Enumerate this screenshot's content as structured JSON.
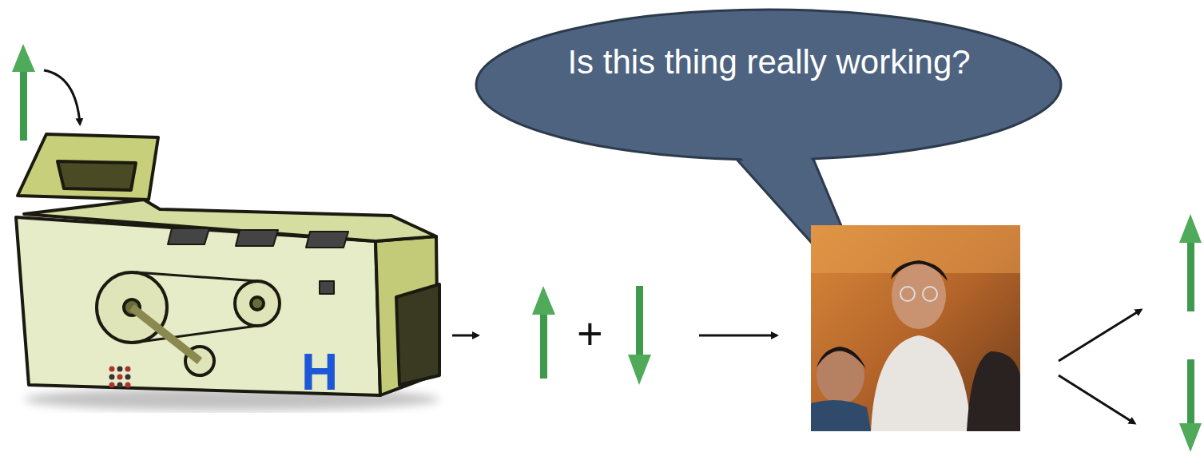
{
  "diagram": {
    "nodes": [
      {
        "text": [
          "H"
        ]
      },
      {
        "text": [
          "Is this thing really working?"
        ]
      }
    ],
    "labels": [
      "+"
    ]
  }
}
